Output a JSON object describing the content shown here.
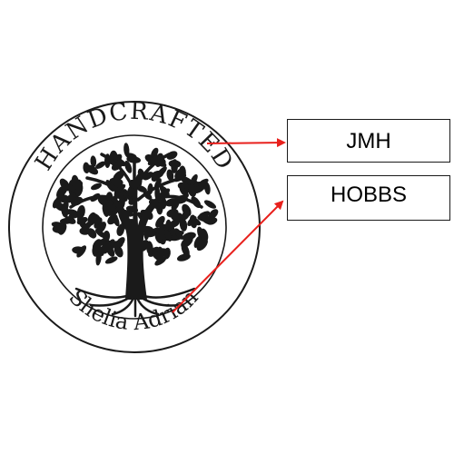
{
  "logo": {
    "top_text": "HANDCRAFTED",
    "bottom_text": "Shelia Adrian",
    "icon": "tree-of-life-icon"
  },
  "labels": [
    {
      "text": "JMH"
    },
    {
      "text": "HOBBS"
    }
  ],
  "colors": {
    "ink": "#1a1a1a",
    "arrow": "#e8201c",
    "background": "#ffffff"
  }
}
